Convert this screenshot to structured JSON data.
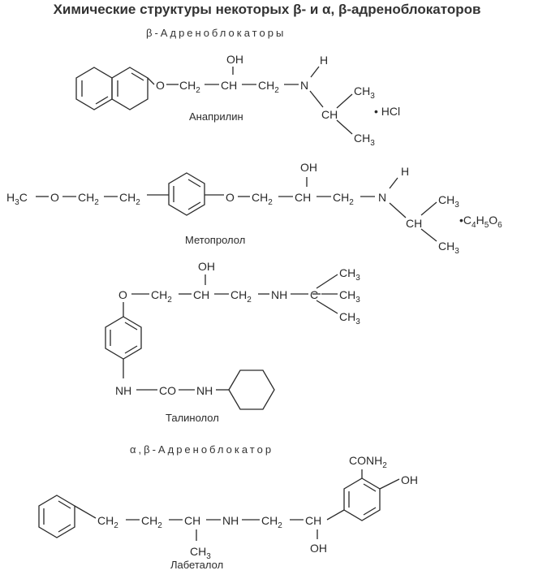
{
  "title": "Химические структуры некоторых β- и α, β-адреноблокаторов",
  "subtitle_beta": "β-Адреноблокаторы",
  "subtitle_alphabeta": "α,β-Адреноблокатор",
  "anaprilin": {
    "name": "Анаприлин",
    "o": "O",
    "ch2a": "CH",
    "ch2a_sub": "2",
    "ch": "CH",
    "oh": "OH",
    "ch2b": "CH",
    "ch2b_sub": "2",
    "n": "N",
    "h": "H",
    "ch_iso": "CH",
    "ch3_top": "CH",
    "ch3_top_sub": "3",
    "ch3_bot": "CH",
    "ch3_bot_sub": "3",
    "salt": "• HCl"
  },
  "metoprolol": {
    "name": "Метопролол",
    "h3c": "H",
    "h3c_sub": "3",
    "h3c_c": "C",
    "o1": "O",
    "ch2a": "CH",
    "ch2a_sub": "2",
    "ch2b": "CH",
    "ch2b_sub": "2",
    "o2": "O",
    "ch2c": "CH",
    "ch2c_sub": "2",
    "ch": "CH",
    "oh": "OH",
    "ch2d": "CH",
    "ch2d_sub": "2",
    "n": "N",
    "h": "H",
    "ch_iso": "CH",
    "ch3_top": "CH",
    "ch3_top_sub": "3",
    "ch3_bot": "CH",
    "ch3_bot_sub": "3",
    "salt_c": "•C",
    "salt_c_sub": "4",
    "salt_h": "H",
    "salt_h_sub": "5",
    "salt_o": "O",
    "salt_o_sub": "6"
  },
  "talinolol": {
    "name": "Талинолол",
    "o": "O",
    "ch2a": "CH",
    "ch2a_sub": "2",
    "ch": "CH",
    "oh": "OH",
    "ch2b": "CH",
    "ch2b_sub": "2",
    "nh": "NH",
    "c": "C",
    "ch3_1": "CH",
    "ch3_1_sub": "3",
    "ch3_2": "CH",
    "ch3_2_sub": "3",
    "ch3_3": "CH",
    "ch3_3_sub": "3",
    "nh1": "NH",
    "co": "CO",
    "nh2": "NH"
  },
  "labetalol": {
    "name": "Лабеталол",
    "ch2a": "CH",
    "ch2a_sub": "2",
    "ch2b": "CH",
    "ch2b_sub": "2",
    "ch": "CH",
    "ch3": "CH",
    "ch3_sub": "3",
    "nh": "NH",
    "ch2c": "CH",
    "ch2c_sub": "2",
    "ch2": "CH",
    "oh": "OH",
    "conh2": "CONH",
    "conh2_sub": "2",
    "oh_ring": "OH"
  }
}
